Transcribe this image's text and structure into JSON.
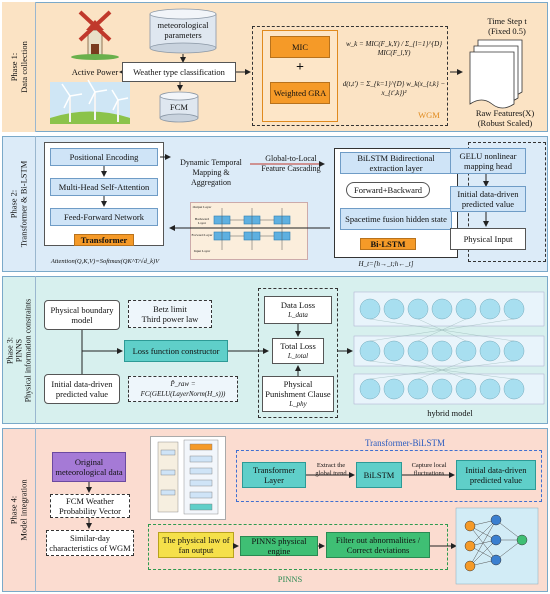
{
  "phase1": {
    "label": "Phase 1:\nData collection",
    "active_power": "Active Power",
    "meteorological": "meteorological parameters",
    "weather_classification": "Weather type classification",
    "fcm": "FCM",
    "mic": "MIC",
    "plus": "+",
    "weighted_gra": "Weighted GRA",
    "formula_w": "w_k = MIC(F_k,Y) / Σ_{l=1}^{D} MIC(F_l,Y)",
    "formula_d": "d(t,t') = Σ_{k=1}^{D} w_k(x_{t,k} − x_{t',k})²",
    "wgm": "WGM",
    "time_step": "Time Step t\n(Fixed 0.5)",
    "raw_features": "Raw Features(X)\n(Robust Scaled)"
  },
  "phase2": {
    "label": "Phase 2:\nTransformer & Bi-LSTM",
    "positional_encoding": "Positional Encoding",
    "multi_head": "Multi-Head Self-Attention",
    "feed_forward": "Feed-Forward Network",
    "transformer": "Transformer",
    "dynamic_temporal": "Dynamic Temporal Mapping & Aggregation",
    "global_to_local": "Global-to-Local Feature Cascading",
    "bilstm_extraction": "BiLSTM Bidirectional extraction layer",
    "forward_backward": "Forward+Backward",
    "spacetime": "Spacetime fusion hidden state",
    "bilstm": "Bi-LSTM",
    "gelu_head": "GELU nonlinear mapping head",
    "initial_pred": "Initial data-driven predicted value",
    "physical_input": "Physical Input",
    "attention_formula": "Attention(Q,K,V)=Softmax(QK^T/√d_k)V",
    "h_formula": "H_t=[h→_t;h←_t]",
    "lstm_layers": [
      "Output Layer",
      "Backward Layer",
      "Forward Layer",
      "Input Layer"
    ],
    "lstm_cell": "LSTM"
  },
  "phase3": {
    "label": "Phase 3:\nPINNS\nPhysical information constraints",
    "physical_boundary": "Physical boundary model",
    "betz": "Betz limit\nThird power law",
    "loss_constructor": "Loss function constructor",
    "initial_pred": "Initial data-driven predicted value",
    "pred_formula": "P̂_raw = FC(GELU(LayerNorm(H_s)))",
    "data_loss": "Data Loss",
    "data_loss_sym": "L_data",
    "total_loss": "Total Loss",
    "total_loss_sym": "L_total",
    "phys_punish": "Physical Punishment Clause",
    "phys_sym": "L_phy",
    "hybrid": "hybrid model"
  },
  "phase4": {
    "label": "Phase 4:\nModel integration",
    "original_met": "Original meteorological data",
    "fcm_vector": "FCM Weather Probability Vector",
    "similar_day": "Similar-day characteristics of WGM",
    "transformer_bilstm": "Transformer-BiLSTM",
    "transformer_layer": "Transformer Layer",
    "extract_trend": "Extract the global trend",
    "bilstm": "BiLSTM",
    "capture_local": "Capture local fluctuations",
    "initial_pred": "Initial data-driven predicted value",
    "physical_law": "The physical law of fan output",
    "pinns_engine": "PINNS physical engine",
    "filter_out": "Filter out abnormalities / Correct deviations",
    "pinns": "PINNS"
  },
  "colors": {
    "phase1_bg": "#fbe3c4",
    "phase2_bg": "#dcebf8",
    "phase3_bg": "#d7f0ee",
    "phase4_bg": "#fbdcd0",
    "orange": "#f59a28",
    "blue": "#cfe4f7",
    "teal": "#5fcfc9",
    "purple": "#a57ad6",
    "green": "#3fbf74"
  }
}
